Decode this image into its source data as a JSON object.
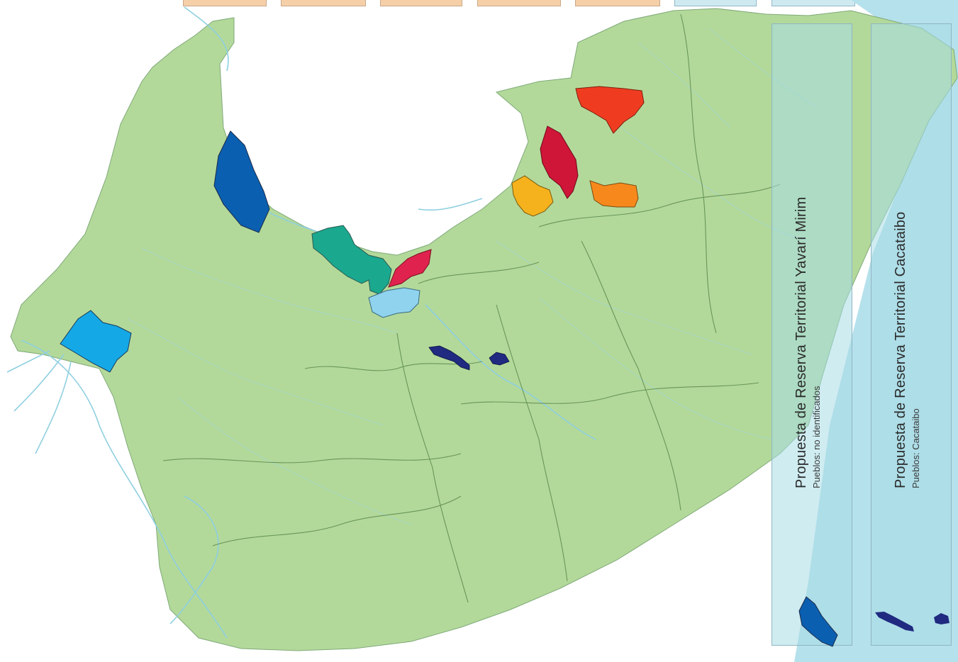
{
  "colors": {
    "land": "#b3d99a",
    "border": "#5a8a50",
    "river": "#8ecfe0",
    "water_sea": "#b5e1ec",
    "reserve_yavari_mirim": "#0b5fb0",
    "reserve_cacataibo": "#1f2a80",
    "legend_panel": "#a8dce6",
    "tab_orange": "#f5cfa8",
    "tab_blue": "#cfe9f1"
  },
  "reserves": [
    {
      "name": "yavari-mirim-reserve",
      "color": "#0b5fb0"
    },
    {
      "name": "teal-reserve",
      "color": "#1aa88f"
    },
    {
      "name": "magenta-reserve",
      "color": "#e0224e"
    },
    {
      "name": "light-blue-reserve",
      "color": "#8fd3ef"
    },
    {
      "name": "sky-blue-reserve",
      "color": "#14a9e6"
    },
    {
      "name": "cacataibo-reserve-west",
      "color": "#1f2a80"
    },
    {
      "name": "cacataibo-reserve-east",
      "color": "#1f2a80"
    },
    {
      "name": "red-reserve",
      "color": "#ef3c20"
    },
    {
      "name": "crimson-reserve",
      "color": "#cf1638"
    },
    {
      "name": "yellow-reserve",
      "color": "#f6b21d"
    },
    {
      "name": "orange-reserve",
      "color": "#f7891c"
    }
  ],
  "legend": [
    {
      "title": "Propuesta de Reserva Territorial Yavarí Mirim",
      "subtitle": "Pueblos: no identificados",
      "swatch_color": "#0b5fb0"
    },
    {
      "title": "Propuesta de Reserva Territorial Cacataibo",
      "subtitle": "Pueblos: Cacataibo",
      "swatch_color": "#1f2a80"
    }
  ]
}
